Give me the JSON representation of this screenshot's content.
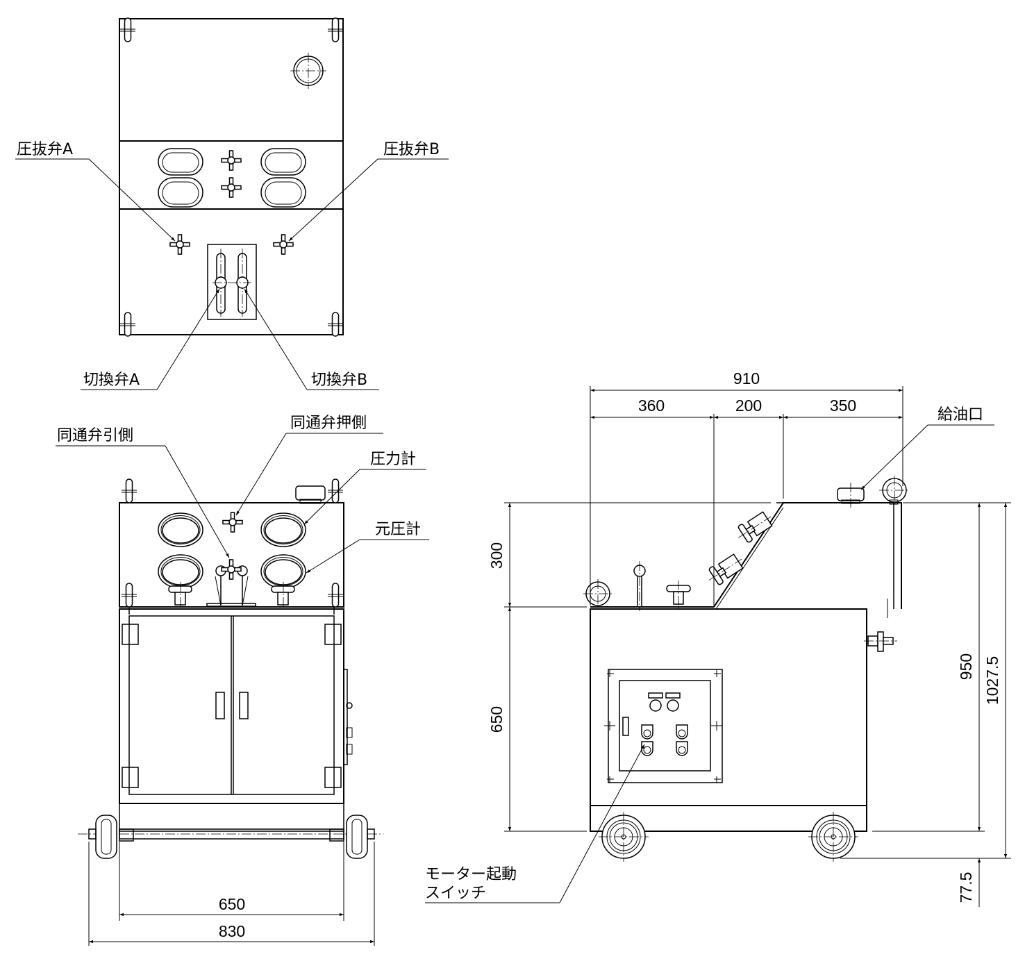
{
  "labels": {
    "relief_valve_a": "圧抜弁A",
    "relief_valve_b": "圧抜弁B",
    "switch_valve_a": "切換弁A",
    "switch_valve_b": "切換弁B",
    "bypass_valve_pull": "同通弁引側",
    "bypass_valve_push": "同通弁押側",
    "pressure_gauge": "圧力計",
    "source_pressure_gauge": "元圧計",
    "oil_inlet": "給油口",
    "motor_switch_line1": "モーター起動",
    "motor_switch_line2": "スイッチ"
  },
  "dimensions": {
    "front_inner_width": "650",
    "front_overall_width": "830",
    "side_total_length": "910",
    "side_seg1": "360",
    "side_seg2": "200",
    "side_seg3": "350",
    "side_upper_height": "300",
    "side_lower_height": "650",
    "side_height_950": "950",
    "side_height_total": "1027.5",
    "side_wheel_offset": "77.5"
  }
}
